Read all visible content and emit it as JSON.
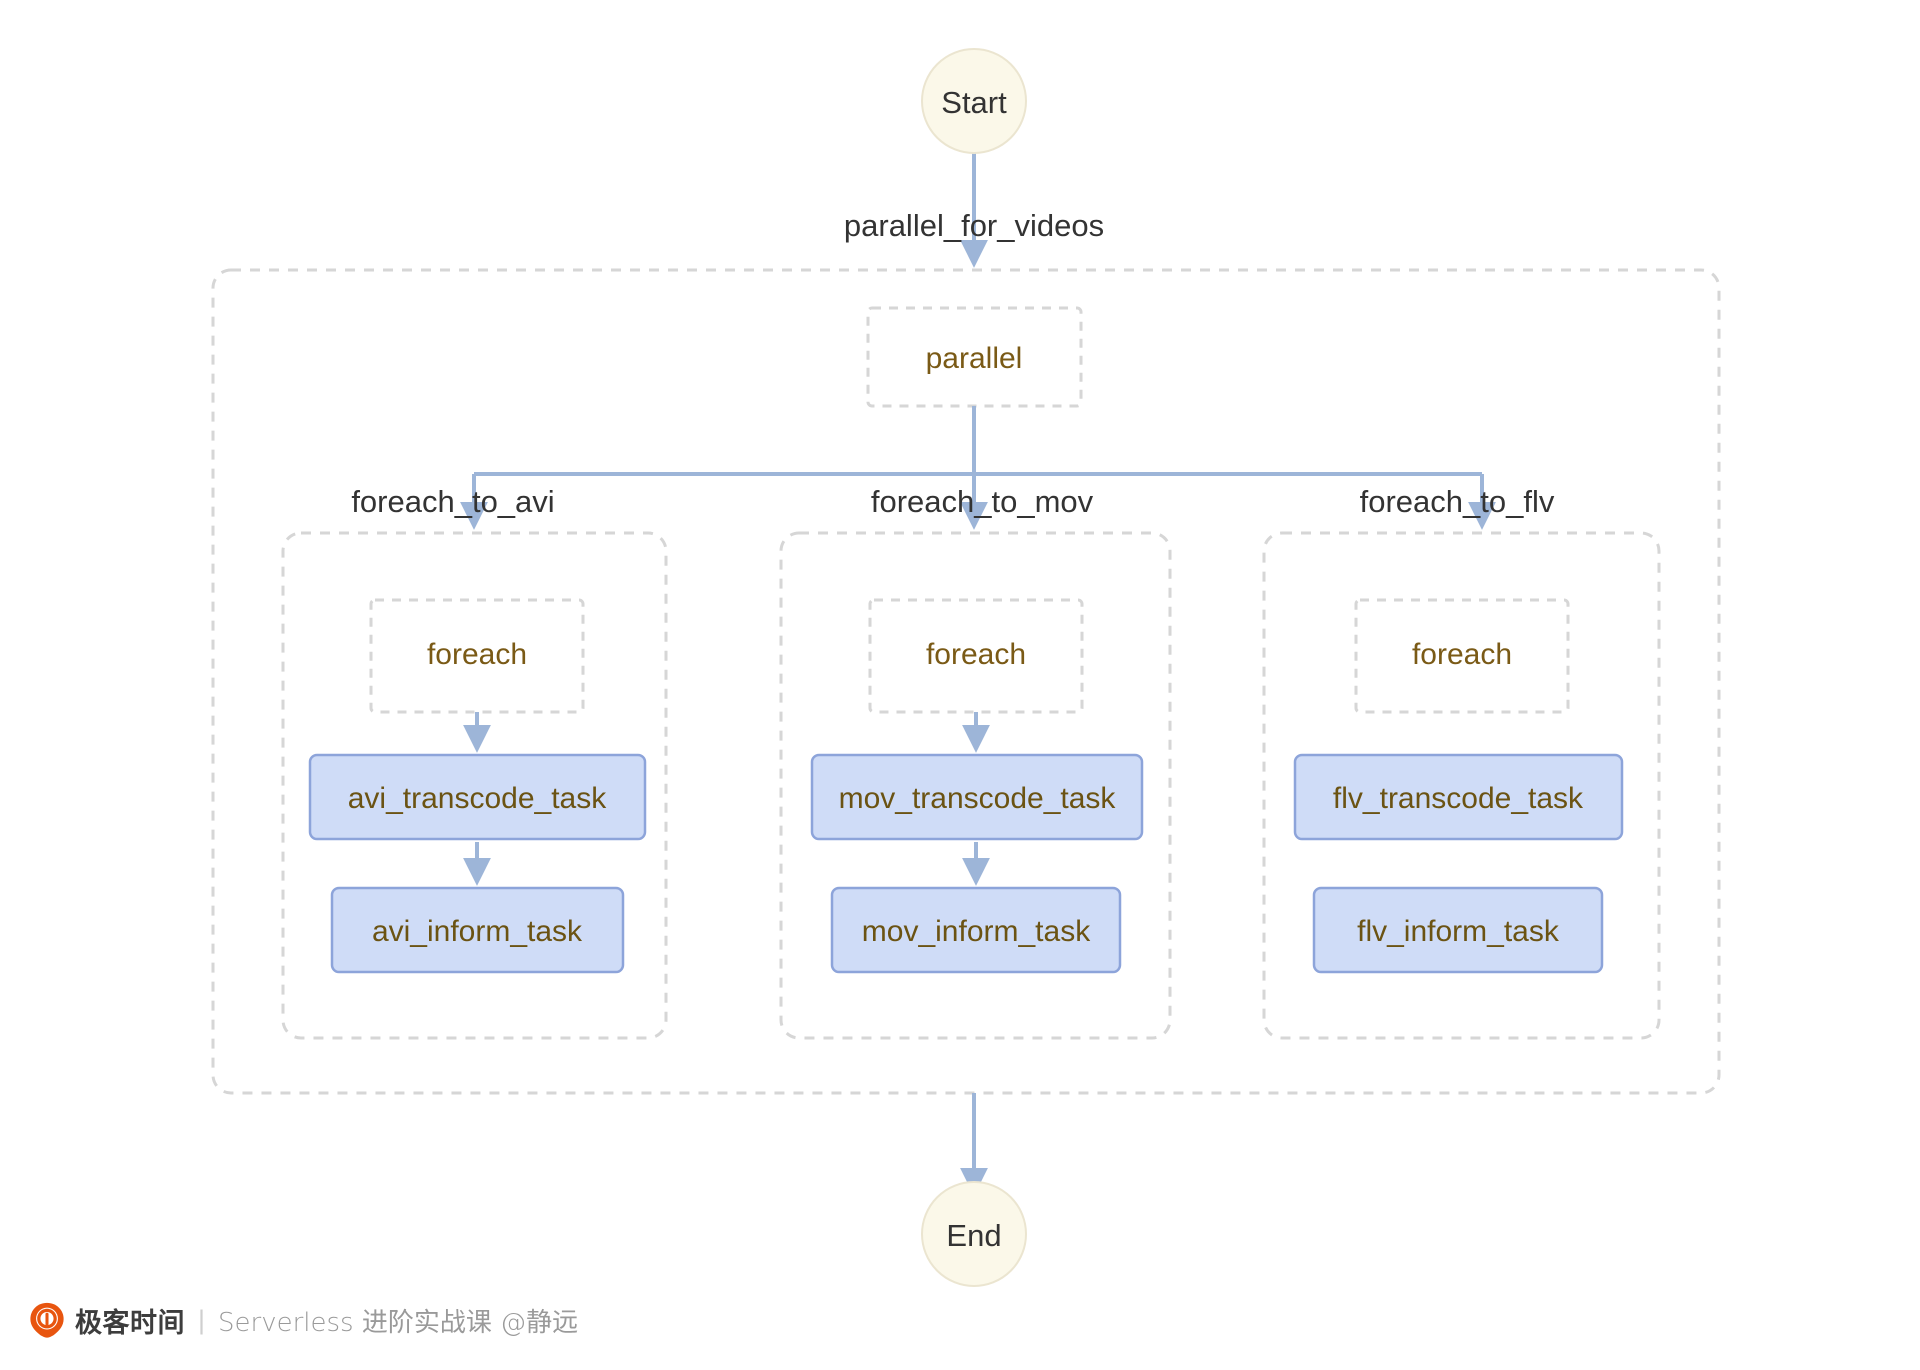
{
  "diagram": {
    "type": "flowchart",
    "direction": "top-down",
    "background": "#ffffff",
    "palette": {
      "terminal_fill": "#fbf8e9",
      "terminal_stroke": "#ebe5d0",
      "terminal_text": "#333333",
      "task_fill": "#cfdcf7",
      "task_stroke": "#8da4da",
      "task_text": "#6b5313",
      "cluster_stroke": "#d6d6d6",
      "cluster_text": "#7a5a16",
      "edge_stroke": "#9db5d8",
      "edge_label_text": "#333333"
    },
    "nodes": {
      "start": {
        "label": "Start",
        "shape": "circle"
      },
      "end": {
        "label": "End",
        "shape": "circle"
      },
      "parallel": {
        "label": "parallel",
        "shape": "dashed-cluster-label"
      },
      "foreach_avi": {
        "label": "foreach",
        "shape": "dashed-cluster-label"
      },
      "foreach_mov": {
        "label": "foreach",
        "shape": "dashed-cluster-label"
      },
      "foreach_flv": {
        "label": "foreach",
        "shape": "dashed-cluster-label"
      },
      "avi_transcode": {
        "label": "avi_transcode_task",
        "shape": "rounded-rect"
      },
      "avi_inform": {
        "label": "avi_inform_task",
        "shape": "rounded-rect"
      },
      "mov_transcode": {
        "label": "mov_transcode_task",
        "shape": "rounded-rect"
      },
      "mov_inform": {
        "label": "mov_inform_task",
        "shape": "rounded-rect"
      },
      "flv_transcode": {
        "label": "flv_transcode_task",
        "shape": "rounded-rect"
      },
      "flv_inform": {
        "label": "flv_inform_task",
        "shape": "rounded-rect"
      }
    },
    "edge_labels": {
      "start_to_parallel": "parallel_for_videos",
      "parallel_to_avi": "foreach_to_avi",
      "parallel_to_mov": "foreach_to_mov",
      "parallel_to_flv": "foreach_to_flv"
    },
    "clusters": {
      "outer": {
        "label": "parallel"
      },
      "avi": {
        "label": "foreach"
      },
      "mov": {
        "label": "foreach"
      },
      "flv": {
        "label": "foreach"
      }
    }
  },
  "footer": {
    "logo_icon": "geekbang-logo-icon",
    "brand": "极客时间",
    "divider": "|",
    "subtitle": "Serverless 进阶实战课 @静远",
    "logo_color": "#e8550f"
  }
}
